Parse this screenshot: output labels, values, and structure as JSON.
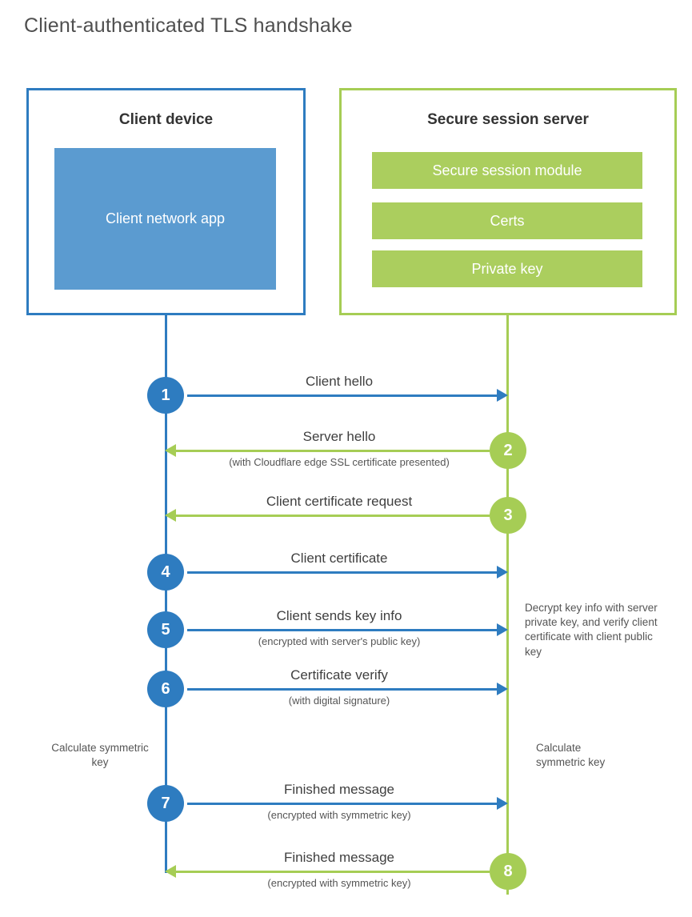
{
  "title": "Client-authenticated TLS handshake",
  "colors": {
    "blue_line": "#2e7cc0",
    "blue_fill": "#5b9bd0",
    "green": "#a6cd55"
  },
  "client": {
    "title": "Client device",
    "app_label": "Client network app"
  },
  "server": {
    "title": "Secure session server",
    "modules": [
      "Secure session module",
      "Certs",
      "Private key"
    ]
  },
  "steps": [
    {
      "num": "1",
      "label": "Client hello",
      "sub": ""
    },
    {
      "num": "2",
      "label": "Server hello",
      "sub": "(with Cloudflare edge SSL certificate presented)"
    },
    {
      "num": "3",
      "label": "Client certificate request",
      "sub": ""
    },
    {
      "num": "4",
      "label": "Client certificate",
      "sub": ""
    },
    {
      "num": "5",
      "label": "Client sends key info",
      "sub": "(encrypted with server's public key)"
    },
    {
      "num": "6",
      "label": "Certificate verify",
      "sub": "(with digital signature)"
    },
    {
      "num": "7",
      "label": "Finished message",
      "sub": "(encrypted with symmetric key)"
    },
    {
      "num": "8",
      "label": "Finished message",
      "sub": "(encrypted with symmetric key)"
    }
  ],
  "notes": {
    "decrypt": "Decrypt key info with server private key, and verify client certificate with client public key",
    "calculate_left": "Calculate symmetric key",
    "calculate_right": "Calculate symmetric key"
  }
}
